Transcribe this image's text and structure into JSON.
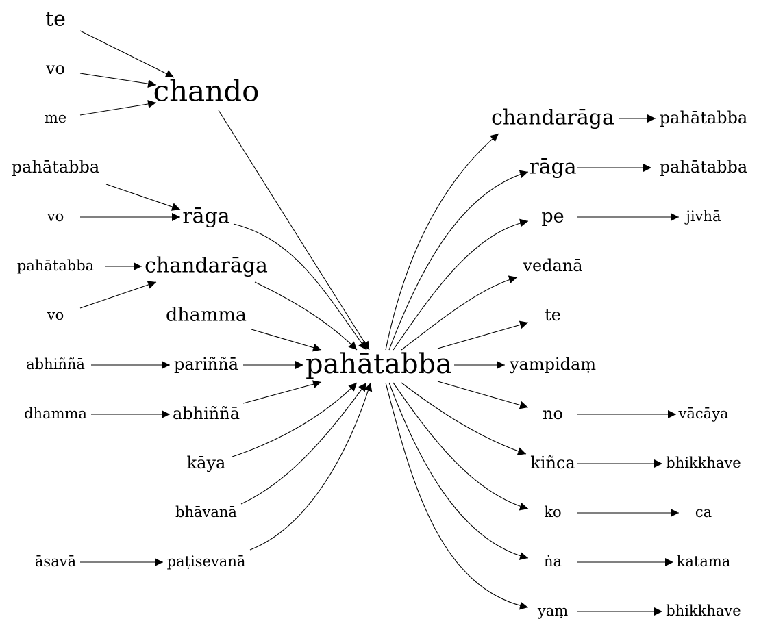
{
  "graph": {
    "nodes": {
      "te_top": "te",
      "vo_top": "vo",
      "me": "me",
      "chando": "chando",
      "pahatabba_l1": "pahātabba",
      "vo_mid": "vo",
      "raga_l": "rāga",
      "pahatabba_l2": "pahātabba",
      "chandaraga_l": "chandarāga",
      "vo_low": "vo",
      "dhamma_l": "dhamma",
      "abhinna_src": "abhiññā",
      "parinna": "pariññā",
      "dhamma_src": "dhamma",
      "abhinna": "abhiññā",
      "kaya": "kāya",
      "bhavana": "bhāvanā",
      "asava": "āsavā",
      "patisevana": "paṭisevanā",
      "center": "pahātabba",
      "chandaraga_r": "chandarāga",
      "pahatabba_r1": "pahātabba",
      "raga_r": "rāga",
      "pahatabba_r2": "pahātabba",
      "pe": "pe",
      "jivha": "jivhā",
      "vedana": "vedanā",
      "te_r": "te",
      "yampidam": "yampidaṃ",
      "no": "no",
      "vacaya": "vācāya",
      "kinca": "kiñca",
      "bhikkhave_1": "bhikkhave",
      "ko": "ko",
      "ca": "ca",
      "na": "ṅa",
      "katama": "katama",
      "yam": "yaṃ",
      "bhikkhave_2": "bhikkhave"
    },
    "edges": [
      [
        "te_top",
        "chando"
      ],
      [
        "vo_top",
        "chando"
      ],
      [
        "me",
        "chando"
      ],
      [
        "pahatabba_l1",
        "raga_l"
      ],
      [
        "vo_mid",
        "raga_l"
      ],
      [
        "pahatabba_l2",
        "chandaraga_l"
      ],
      [
        "vo_low",
        "chandaraga_l"
      ],
      [
        "abhinna_src",
        "parinna"
      ],
      [
        "dhamma_src",
        "abhinna"
      ],
      [
        "asava",
        "patisevana"
      ],
      [
        "chando",
        "center"
      ],
      [
        "raga_l",
        "center"
      ],
      [
        "chandaraga_l",
        "center"
      ],
      [
        "dhamma_l",
        "center"
      ],
      [
        "parinna",
        "center"
      ],
      [
        "abhinna",
        "center"
      ],
      [
        "kaya",
        "center"
      ],
      [
        "bhavana",
        "center"
      ],
      [
        "patisevana",
        "center"
      ],
      [
        "center",
        "chandaraga_r"
      ],
      [
        "center",
        "raga_r"
      ],
      [
        "center",
        "pe"
      ],
      [
        "center",
        "vedana"
      ],
      [
        "center",
        "te_r"
      ],
      [
        "center",
        "yampidam"
      ],
      [
        "center",
        "no"
      ],
      [
        "center",
        "kinca"
      ],
      [
        "center",
        "ko"
      ],
      [
        "center",
        "na"
      ],
      [
        "center",
        "yam"
      ],
      [
        "chandaraga_r",
        "pahatabba_r1"
      ],
      [
        "raga_r",
        "pahatabba_r2"
      ],
      [
        "pe",
        "jivha"
      ],
      [
        "no",
        "vacaya"
      ],
      [
        "kinca",
        "bhikkhave_1"
      ],
      [
        "ko",
        "ca"
      ],
      [
        "na",
        "katama"
      ],
      [
        "yam",
        "bhikkhave_2"
      ]
    ]
  }
}
